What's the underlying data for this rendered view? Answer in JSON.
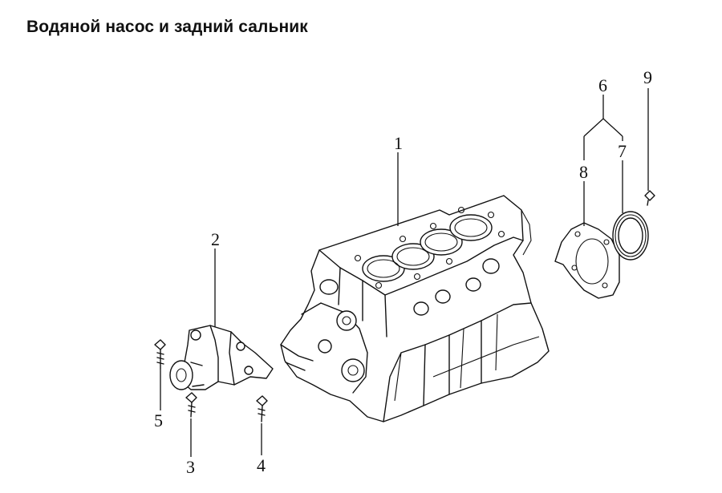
{
  "title": "Водяной насос и задний сальник",
  "callouts": {
    "c1": "1",
    "c2": "2",
    "c3": "3",
    "c4": "4",
    "c5": "5",
    "c6": "6",
    "c7": "7",
    "c8": "8",
    "c9": "9"
  }
}
